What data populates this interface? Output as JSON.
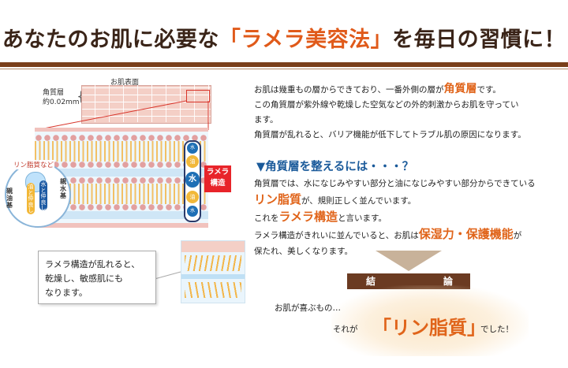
{
  "header": {
    "title_pre": "あなたのお肌に必要な",
    "title_highlight": "「ラメラ美容法」",
    "title_post": "を毎日の習慣に！"
  },
  "diagram": {
    "skin_surface_label": "お肌表面",
    "horny_layer_label": "角質層",
    "horny_layer_thickness": "約0.02mm",
    "lamella_tag_line1": "ラメラ",
    "lamella_tag_line2": "構造",
    "water_small": "水",
    "oil_small": "油",
    "water_center": "水",
    "molecule_label": "リン脂質など",
    "molecule_hydrophilic": "親水基",
    "molecule_lipophilic": "親油基",
    "mol_water_part": "水と仲良し",
    "mol_oil_part": "油と仲良し",
    "bubble_line1": "ラメラ構造が乱れると、",
    "bubble_line2": "乾燥し、敏感肌にも",
    "bubble_line3": "なります。"
  },
  "text": {
    "p1_a": "お肌は幾重もの層からできており、一番外側の層が",
    "p1_hl": "角質層",
    "p1_b": "です。",
    "p1_c": "この角質層が紫外線や乾燥した空気などの外的刺激からお肌を守ってい",
    "p1_d": "ます。",
    "p1_e": "角質層が乱れると、バリア機能が低下してトラブル肌の原因になります。",
    "heading2": "▼角質層を整えるには・・・？",
    "p2_a": "角質層では、水になじみやすい部分と油になじみやすい部分からできている",
    "p2_hl1": "リン脂質",
    "p2_b": "が、規則正しく並んでいます。",
    "p2_c": "これを",
    "p2_hl2": "ラメラ構造",
    "p2_d": "と言います。",
    "p2_e": "ラメラ構造がきれいに並んでいると、お肌は",
    "p2_hl3": "保湿力・保護機能",
    "p2_f": "が",
    "p2_g": "保たれ、美しくなります。",
    "conclusion_1": "結",
    "conclusion_2": "論",
    "happy": "お肌が喜ぶもの…",
    "soreaga": "それが",
    "final": "「リン脂質」",
    "deshita": "でした！"
  },
  "colors": {
    "accent_orange": "#e0641a",
    "title_brown": "#3a2418",
    "rule_brown": "#7a3f1a",
    "lamella_red": "#e8242a",
    "water_blue": "#1e6fb5",
    "oil_yellow": "#f1b83a"
  }
}
